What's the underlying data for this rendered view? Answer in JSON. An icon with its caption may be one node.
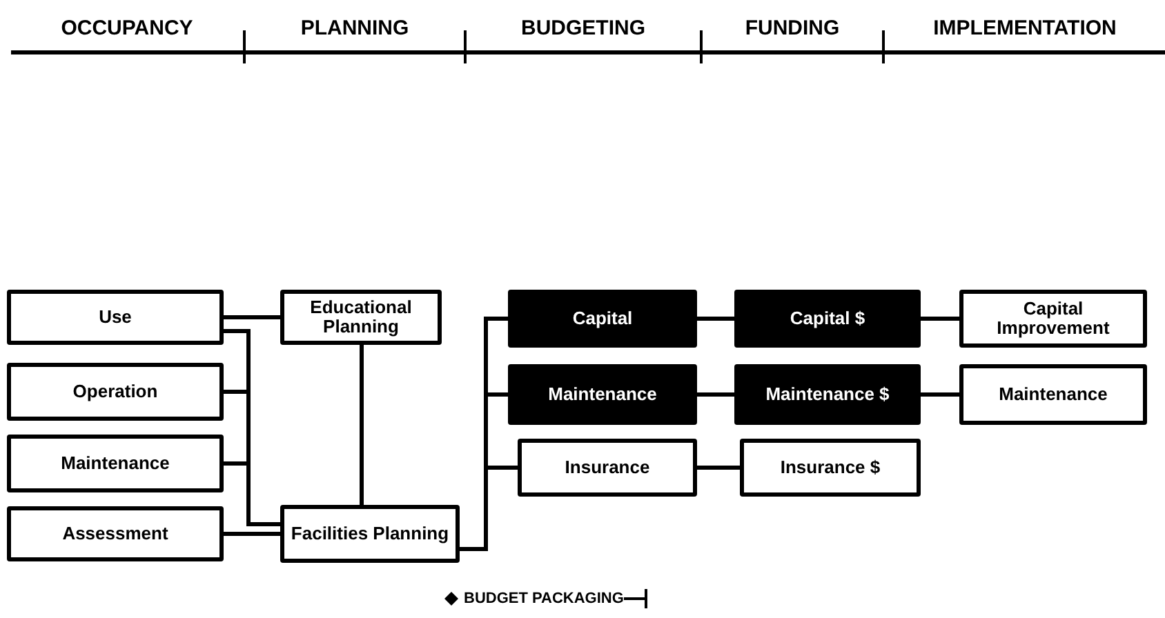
{
  "diagram": {
    "nodes": [
      {
        "text": [
          "Use"
        ]
      },
      {
        "text": [
          "Operation"
        ]
      },
      {
        "text": [
          "Maintenance"
        ]
      },
      {
        "text": [
          "Assessment"
        ]
      },
      {
        "text": [
          "Educational Planning"
        ]
      },
      {
        "text": [
          "Facilities Planning"
        ]
      },
      {
        "text": [
          "Capital"
        ]
      },
      {
        "text": [
          "Maintenance"
        ]
      },
      {
        "text": [
          "Insurance"
        ]
      },
      {
        "text": [
          "Capital $"
        ]
      },
      {
        "text": [
          "Maintenance $"
        ]
      },
      {
        "text": [
          "Insurance $"
        ]
      },
      {
        "text": [
          "Capital Improvement"
        ]
      },
      {
        "text": [
          "Maintenance"
        ]
      }
    ],
    "edges": [
      {
        "from": 0,
        "to": 4,
        "arrow": "none"
      },
      {
        "from": 0,
        "to": 5,
        "arrow": "none"
      },
      {
        "from": 1,
        "to": 5,
        "arrow": "none"
      },
      {
        "from": 2,
        "to": 5,
        "arrow": "none"
      },
      {
        "from": 3,
        "to": 5,
        "arrow": "none"
      },
      {
        "from": 4,
        "to": 5,
        "arrow": "none"
      },
      {
        "from": 5,
        "to": 6,
        "arrow": "none"
      },
      {
        "from": 5,
        "to": 7,
        "arrow": "none"
      },
      {
        "from": 5,
        "to": 8,
        "arrow": "none"
      },
      {
        "from": 6,
        "to": 9,
        "arrow": "none"
      },
      {
        "from": 7,
        "to": 10,
        "arrow": "none"
      },
      {
        "from": 8,
        "to": 11,
        "arrow": "none"
      },
      {
        "from": 9,
        "to": 12,
        "arrow": "none"
      },
      {
        "from": 10,
        "to": 13,
        "arrow": "none"
      }
    ],
    "labels": [
      "OCCUPANCY",
      "PLANNING",
      "BUDGETING",
      "FUNDING",
      "IMPLEMENTATION",
      "BUDGET PACKAGING"
    ]
  }
}
